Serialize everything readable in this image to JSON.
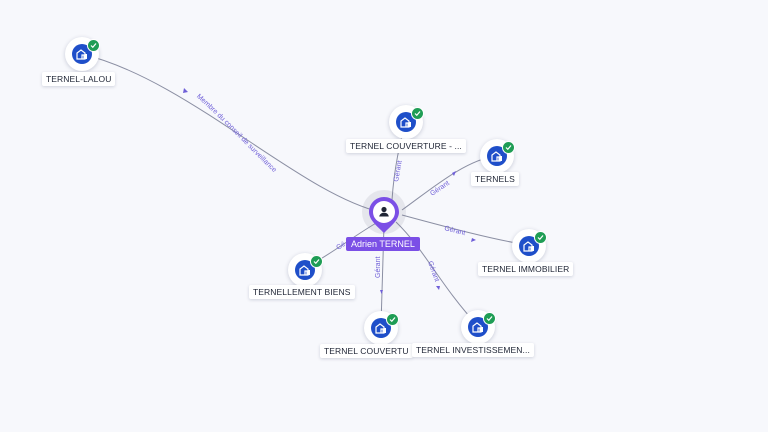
{
  "central": {
    "name": "Adrien TERNEL",
    "icon": "person-icon",
    "color": "#7b4fe6"
  },
  "companies": [
    {
      "id": "lalou",
      "name": "TERNEL-LALOU",
      "icon": "building-icon",
      "status_icon": "check-icon"
    },
    {
      "id": "couverture1",
      "name": "TERNEL COUVERTURE - ...",
      "icon": "building-icon",
      "status_icon": "check-icon"
    },
    {
      "id": "ternels",
      "name": "TERNELS",
      "icon": "building-icon",
      "status_icon": "check-icon"
    },
    {
      "id": "immobilier",
      "name": "TERNEL IMMOBILIER",
      "icon": "building-icon",
      "status_icon": "check-icon"
    },
    {
      "id": "biens",
      "name": "TERNELLEMENT BIENS",
      "icon": "building-icon",
      "status_icon": "check-icon"
    },
    {
      "id": "couverture2",
      "name": "TERNEL COUVERTU",
      "icon": "building-icon",
      "status_icon": "check-icon"
    },
    {
      "id": "invest",
      "name": "TERNEL INVESTISSEMEN...",
      "icon": "building-icon",
      "status_icon": "check-icon"
    }
  ],
  "relations": [
    {
      "to": "lalou",
      "label": "Membre du conseil de surveillance"
    },
    {
      "to": "couverture1",
      "label": "Gérant"
    },
    {
      "to": "ternels",
      "label": "Gérant"
    },
    {
      "to": "immobilier",
      "label": "Gérant"
    },
    {
      "to": "biens",
      "label": "Gé"
    },
    {
      "to": "couverture2",
      "label": "Gérant"
    },
    {
      "to": "invest",
      "label": "Gérant"
    }
  ],
  "colors": {
    "company": "#1f4fc9",
    "badge": "#1f9d55",
    "edge": "#8b8fa3",
    "edge_label": "#6f5fd8"
  }
}
